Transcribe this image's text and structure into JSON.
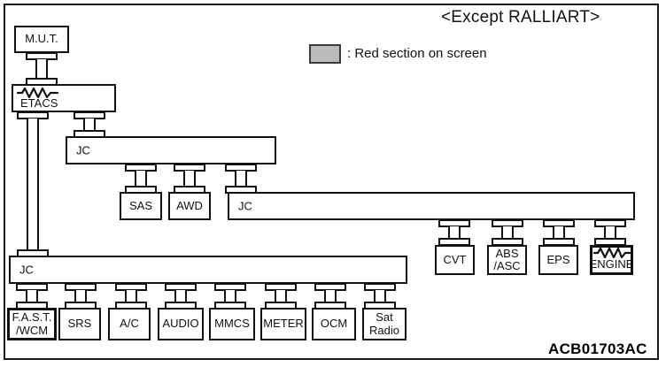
{
  "diagram": {
    "title": "<Except RALLIART>",
    "figure_code": "ACB01703AC",
    "legend": {
      "swatch_color": "#bcbcbc",
      "text": ": Red section on screen"
    },
    "nodes": {
      "mut": "M.U.T.",
      "etacs": "ETACS",
      "jc_top": "JC",
      "sas": "SAS",
      "awd": "AWD",
      "jc_mid": "JC",
      "jc_bottom": "JC",
      "cvt": "CVT",
      "abs_asc": "ABS\n/ASC",
      "eps": "EPS",
      "engine": "ENGINE",
      "fast_wcm": "F.A.S.T.\n/WCM",
      "srs": "SRS",
      "ac": "A/C",
      "audio": "AUDIO",
      "mmcs": "MMCS",
      "meter": "METER",
      "ocm": "OCM",
      "sat_radio": "Sat\nRadio"
    }
  }
}
